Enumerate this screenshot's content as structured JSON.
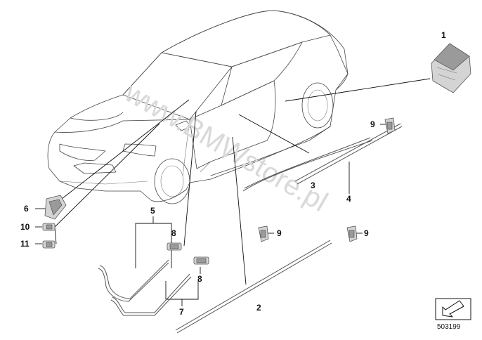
{
  "callouts": {
    "c1": "1",
    "c2": "2",
    "c3": "3",
    "c4": "4",
    "c5": "5",
    "c6": "6",
    "c7": "7",
    "c8a": "8",
    "c8b": "8",
    "c9a": "9",
    "c9b": "9",
    "c9c": "9",
    "c10": "10",
    "c11": "11"
  },
  "watermark": "www.BMWstore.pl",
  "reference_number": "503199",
  "icons": {
    "reference_box": "arrow-down-left-icon"
  }
}
